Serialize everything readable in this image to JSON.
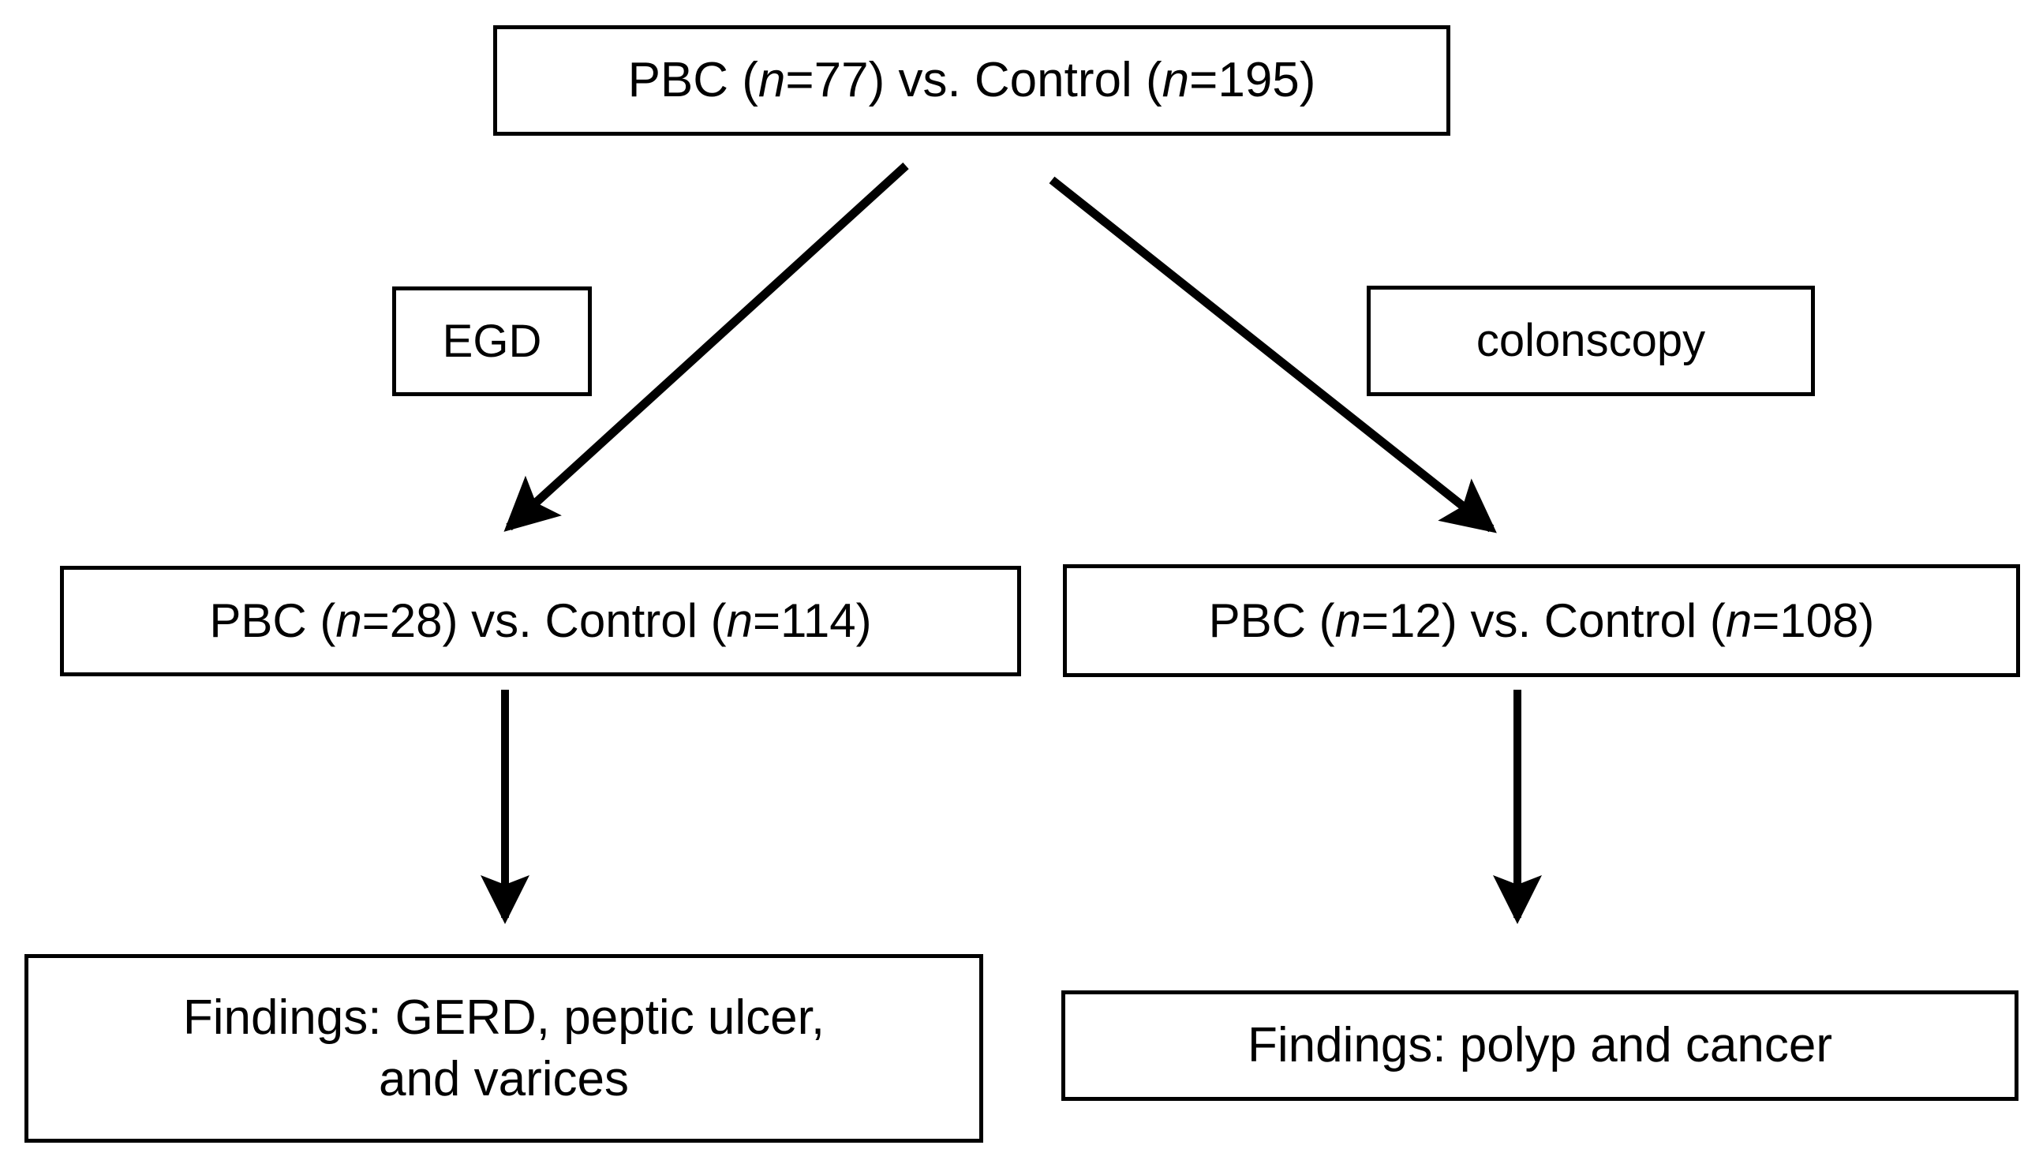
{
  "diagram": {
    "type": "flowchart",
    "orientation": "top-down",
    "background_color": "#ffffff",
    "line_color": "#000000",
    "text_color": "#000000",
    "nodes": {
      "root": {
        "id": "root",
        "label": "PBC (n=77) vs. Control (n=195)",
        "parts": {
          "prefix": "PBC (",
          "n1": "n",
          "mid": "=77) vs. Control (",
          "n2": "n",
          "suffix": "=195)"
        },
        "pbc_n": 77,
        "control_n": 195
      },
      "egd_label": {
        "id": "egd_label",
        "label": "EGD"
      },
      "colonoscopy_label": {
        "id": "colonoscopy_label",
        "label": "colonscopy"
      },
      "egd_group": {
        "id": "egd_group",
        "label": "PBC (n=28) vs. Control (n=114)",
        "parts": {
          "prefix": "PBC (",
          "n1": "n",
          "mid": "=28) vs. Control (",
          "n2": "n",
          "suffix": "=114)"
        },
        "pbc_n": 28,
        "control_n": 114
      },
      "colonoscopy_group": {
        "id": "colonoscopy_group",
        "label": "PBC (n=12) vs. Control (n=108)",
        "parts": {
          "prefix": "PBC (",
          "n1": "n",
          "mid": "=12) vs. Control (",
          "n2": "n",
          "suffix": "=108)"
        },
        "pbc_n": 12,
        "control_n": 108
      },
      "egd_findings": {
        "id": "egd_findings",
        "label": "Findings: GERD, peptic ulcer,\nand varices",
        "line1": "Findings: GERD, peptic ulcer,",
        "line2": "and varices"
      },
      "colonoscopy_findings": {
        "id": "colonoscopy_findings",
        "label": "Findings: polyp and cancer"
      }
    },
    "edges": [
      {
        "id": "root-to-egd-group",
        "from": "root",
        "to": "egd_group",
        "style": "diagonal-arrow",
        "direction": "down-left",
        "label_node": "egd_label"
      },
      {
        "id": "root-to-colonoscopy-group",
        "from": "root",
        "to": "colonoscopy_group",
        "style": "diagonal-arrow",
        "direction": "down-right",
        "label_node": "colonoscopy_label"
      },
      {
        "id": "egd-group-to-findings",
        "from": "egd_group",
        "to": "egd_findings",
        "style": "vertical-arrow",
        "direction": "down"
      },
      {
        "id": "colonoscopy-group-to-findings",
        "from": "colonoscopy_group",
        "to": "colonoscopy_findings",
        "style": "vertical-arrow",
        "direction": "down"
      }
    ]
  }
}
